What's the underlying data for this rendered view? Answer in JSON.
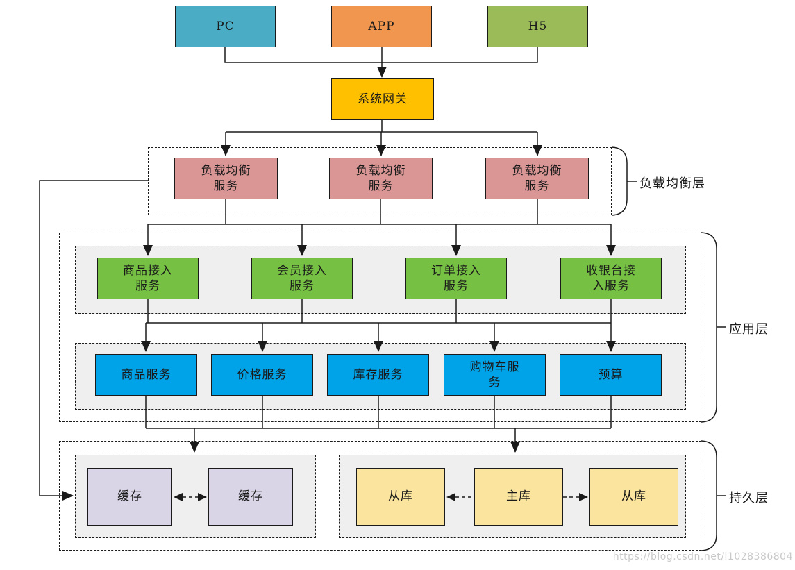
{
  "clients": [
    {
      "label": "PC"
    },
    {
      "label": "APP"
    },
    {
      "label": "H5"
    }
  ],
  "gateway": {
    "label": "系统网关"
  },
  "lb_layer": {
    "label": "负载均衡层",
    "services": [
      {
        "label": "负载均衡\n服务"
      },
      {
        "label": "负载均衡\n服务"
      },
      {
        "label": "负载均衡\n服务"
      }
    ]
  },
  "app_layer": {
    "label": "应用层",
    "access_services": [
      {
        "label": "商品接入\n服务"
      },
      {
        "label": "会员接入\n服务"
      },
      {
        "label": "订单接入\n服务"
      },
      {
        "label": "收银台接\n入服务"
      }
    ],
    "services": [
      {
        "label": "商品服务"
      },
      {
        "label": "价格服务"
      },
      {
        "label": "库存服务"
      },
      {
        "label": "购物车服\n务"
      },
      {
        "label": "预算"
      }
    ]
  },
  "persistence_layer": {
    "label": "持久层",
    "caches": [
      {
        "label": "缓存"
      },
      {
        "label": "缓存"
      }
    ],
    "databases": [
      {
        "label": "从库"
      },
      {
        "label": "主库"
      },
      {
        "label": "从库"
      }
    ]
  },
  "watermark": {
    "text": "https://blog.csdn.net/l1028386804"
  },
  "colors": {
    "client_pc": "#4BACC6",
    "client_app": "#F0964F",
    "client_h5": "#9BBB59",
    "gateway": "#FFC000",
    "load_balancer": "#D99694",
    "access_service": "#76C143",
    "service": "#00A2E8",
    "cache": "#D9D5E6",
    "database": "#FAE49E",
    "group_background": "#EFEFEF",
    "line": "#1A1A1A"
  }
}
